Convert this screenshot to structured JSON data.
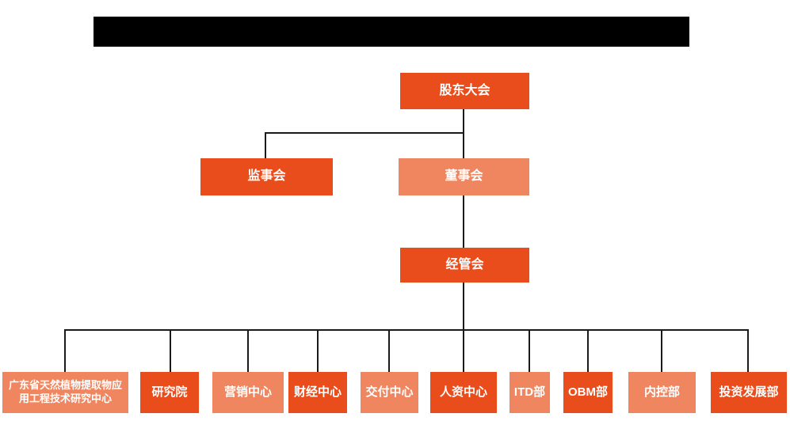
{
  "colors": {
    "primary": "#E94D1C",
    "secondary": "#EF8660",
    "connector": "#1A1A1A",
    "redacted_bar": "#000000",
    "node_text": "#FFFFFF",
    "background": "#FFFFFF"
  },
  "org_chart": {
    "root": {
      "label": "股东大会",
      "variant": "primary"
    },
    "level2": [
      {
        "label": "监事会",
        "variant": "primary"
      },
      {
        "label": "董事会",
        "variant": "secondary"
      }
    ],
    "level3": {
      "label": "经管会",
      "variant": "primary"
    },
    "departments": [
      {
        "label": "广东省天然植物提取物应用工程技术研究中心",
        "variant": "secondary"
      },
      {
        "label": "研究院",
        "variant": "primary"
      },
      {
        "label": "营销中心",
        "variant": "secondary"
      },
      {
        "label": "财经中心",
        "variant": "primary"
      },
      {
        "label": "交付中心",
        "variant": "secondary"
      },
      {
        "label": "人资中心",
        "variant": "primary"
      },
      {
        "label": "ITD部",
        "variant": "secondary"
      },
      {
        "label": "OBM部",
        "variant": "primary"
      },
      {
        "label": "内控部",
        "variant": "secondary"
      },
      {
        "label": "投资发展部",
        "variant": "primary"
      }
    ]
  }
}
